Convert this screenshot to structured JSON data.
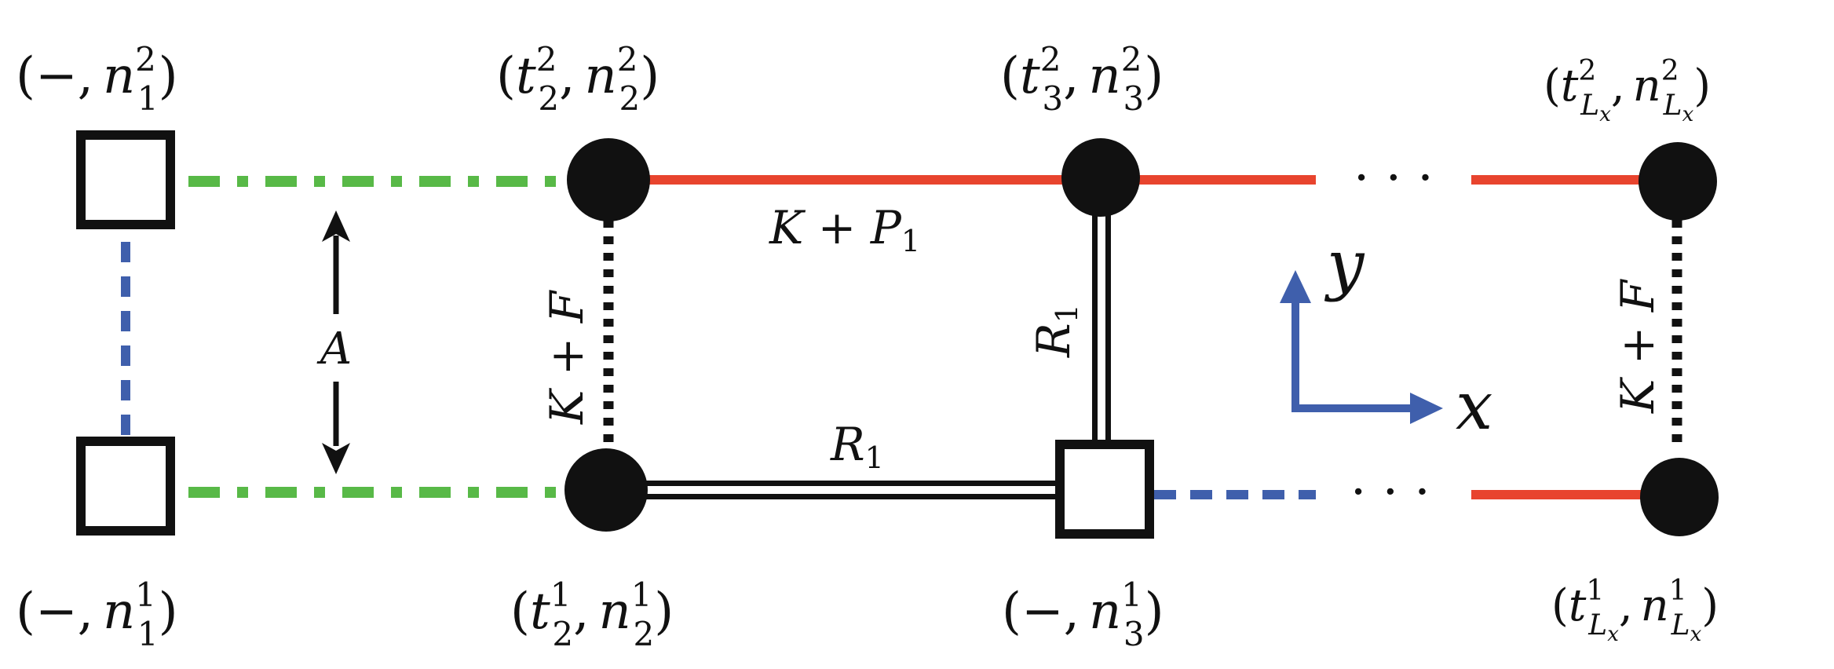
{
  "colors": {
    "green": "#58b947",
    "red": "#e8442e",
    "blue": "#3f5fac",
    "black": "#111111",
    "white": "#ffffff"
  },
  "nodes": [
    {
      "id": "box-top-left",
      "kind": "empty-square",
      "label": {
        "paren_open": "(",
        "base": "−",
        "comma": ",",
        "var": "n",
        "sup": "2",
        "sub": "1",
        "paren_close": ")"
      }
    },
    {
      "id": "box-bottom-left",
      "kind": "empty-square",
      "label": {
        "paren_open": "(",
        "base": "−",
        "comma": ",",
        "var": "n",
        "sup": "1",
        "sub": "1",
        "paren_close": ")"
      }
    },
    {
      "id": "dot-top-2",
      "kind": "filled-circle",
      "label": {
        "paren_open": "(",
        "var1": "t",
        "sup1": "2",
        "sub1": "2",
        "comma": ",",
        "var2": "n",
        "sup2": "2",
        "sub2": "2",
        "paren_close": ")"
      }
    },
    {
      "id": "dot-bottom-2",
      "kind": "filled-circle",
      "label": {
        "paren_open": "(",
        "var1": "t",
        "sup1": "1",
        "sub1": "2",
        "comma": ",",
        "var2": "n",
        "sup2": "1",
        "sub2": "2",
        "paren_close": ")"
      }
    },
    {
      "id": "dot-top-3",
      "kind": "filled-circle",
      "label": {
        "paren_open": "(",
        "var1": "t",
        "sup1": "2",
        "sub1": "3",
        "comma": ",",
        "var2": "n",
        "sup2": "2",
        "sub2": "3",
        "paren_close": ")"
      }
    },
    {
      "id": "box-bottom-3",
      "kind": "empty-square",
      "label": {
        "paren_open": "(",
        "base": "−",
        "comma": ",",
        "var": "n",
        "sup": "1",
        "sub": "3",
        "paren_close": ")"
      }
    },
    {
      "id": "dot-top-L",
      "kind": "filled-circle",
      "label": {
        "paren_open": "(",
        "var1": "t",
        "sup1": "2",
        "sub1": "L",
        "subsub1": "x",
        "comma": ",",
        "var2": "n",
        "sup2": "2",
        "sub2": "L",
        "subsub2": "x",
        "paren_close": ")"
      }
    },
    {
      "id": "dot-bottom-L",
      "kind": "filled-circle",
      "label": {
        "paren_open": "(",
        "var1": "t",
        "sup1": "1",
        "sub1": "L",
        "subsub1": "x",
        "comma": ",",
        "var2": "n",
        "sup2": "1",
        "sub2": "L",
        "subsub2": "x",
        "paren_close": ")"
      }
    }
  ],
  "edge_labels": {
    "top_bond": {
      "K": "K",
      "plus": " + ",
      "P": "P",
      "sub": "1"
    },
    "left_vertical": {
      "K": "K",
      "plus": " + ",
      "F": "F"
    },
    "right_vertical": {
      "K": "K",
      "plus": " + ",
      "F": "F"
    },
    "middle_vertical": {
      "R": "R",
      "sub": "1"
    },
    "bottom_bond": {
      "R": "R",
      "sub": "1"
    },
    "arrow": "A"
  },
  "axes": {
    "x": "x",
    "y": "y"
  },
  "ellipsis": "· · ·"
}
